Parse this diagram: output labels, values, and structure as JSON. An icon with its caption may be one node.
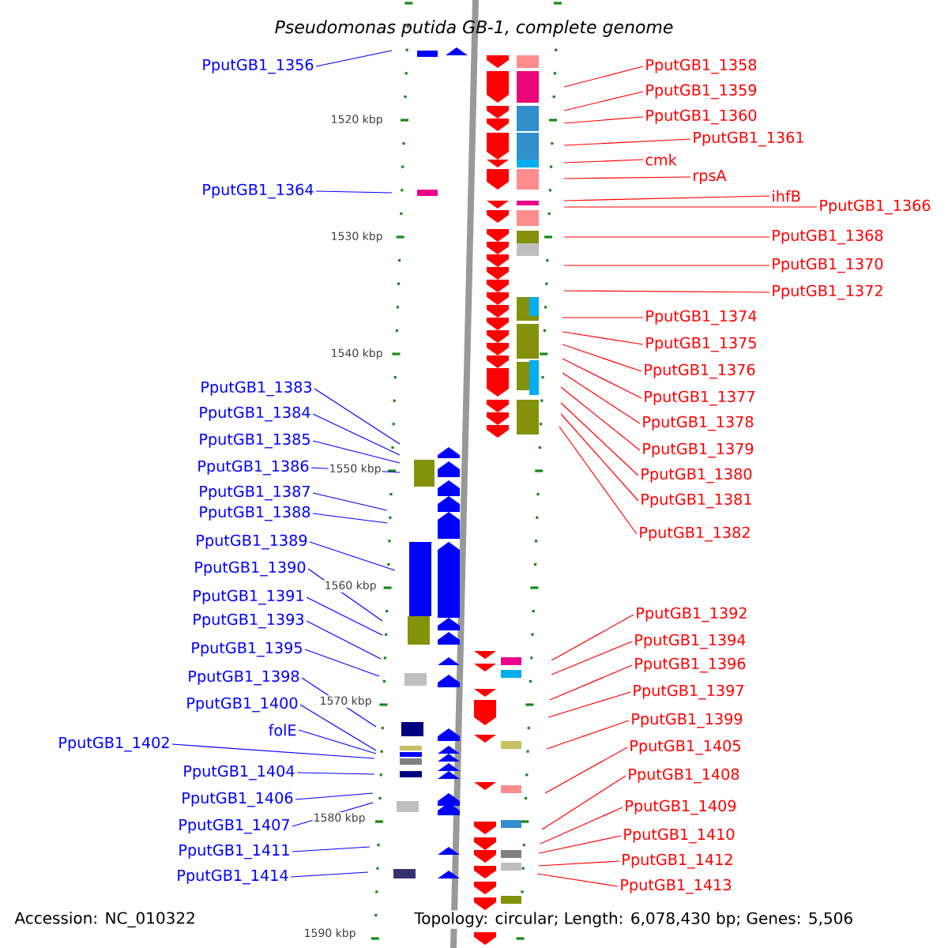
{
  "diagram": {
    "title": "Pseudomonas putida GB-1, complete genome",
    "nodes": [
      {
        "text": [
          "PputGB1_1356"
        ]
      },
      {
        "text": [
          "PputGB1_1364"
        ]
      },
      {
        "text": [
          "PputGB1_1383"
        ]
      },
      {
        "text": [
          "PputGB1_1384"
        ]
      },
      {
        "text": [
          "PputGB1_1385"
        ]
      },
      {
        "text": [
          "PputGB1_1386"
        ]
      },
      {
        "text": [
          "PputGB1_1387"
        ]
      },
      {
        "text": [
          "PputGB1_1388"
        ]
      },
      {
        "text": [
          "PputGB1_1389"
        ]
      },
      {
        "text": [
          "PputGB1_1390"
        ]
      },
      {
        "text": [
          "PputGB1_1391"
        ]
      },
      {
        "text": [
          "PputGB1_1393"
        ]
      },
      {
        "text": [
          "PputGB1_1395"
        ]
      },
      {
        "text": [
          "PputGB1_1398"
        ]
      },
      {
        "text": [
          "PputGB1_1400"
        ]
      },
      {
        "text": [
          "folE"
        ]
      },
      {
        "text": [
          "PputGB1_1402"
        ]
      },
      {
        "text": [
          "PputGB1_1404"
        ]
      },
      {
        "text": [
          "PputGB1_1406"
        ]
      },
      {
        "text": [
          "PputGB1_1407"
        ]
      },
      {
        "text": [
          "PputGB1_1411"
        ]
      },
      {
        "text": [
          "PputGB1_1414"
        ]
      },
      {
        "text": [
          "PputGB1_1358"
        ]
      },
      {
        "text": [
          "PputGB1_1359"
        ]
      },
      {
        "text": [
          "PputGB1_1360"
        ]
      },
      {
        "text": [
          "PputGB1_1361"
        ]
      },
      {
        "text": [
          "cmk"
        ]
      },
      {
        "text": [
          "rpsA"
        ]
      },
      {
        "text": [
          "ihfB"
        ]
      },
      {
        "text": [
          "PputGB1_1366"
        ]
      },
      {
        "text": [
          "PputGB1_1368"
        ]
      },
      {
        "text": [
          "PputGB1_1370"
        ]
      },
      {
        "text": [
          "PputGB1_1372"
        ]
      },
      {
        "text": [
          "PputGB1_1374"
        ]
      },
      {
        "text": [
          "PputGB1_1375"
        ]
      },
      {
        "text": [
          "PputGB1_1376"
        ]
      },
      {
        "text": [
          "PputGB1_1377"
        ]
      },
      {
        "text": [
          "PputGB1_1378"
        ]
      },
      {
        "text": [
          "PputGB1_1379"
        ]
      },
      {
        "text": [
          "PputGB1_1380"
        ]
      },
      {
        "text": [
          "PputGB1_1381"
        ]
      },
      {
        "text": [
          "PputGB1_1382"
        ]
      },
      {
        "text": [
          "PputGB1_1392"
        ]
      },
      {
        "text": [
          "PputGB1_1394"
        ]
      },
      {
        "text": [
          "PputGB1_1396"
        ]
      },
      {
        "text": [
          "PputGB1_1397"
        ]
      },
      {
        "text": [
          "PputGB1_1399"
        ]
      },
      {
        "text": [
          "PputGB1_1405"
        ]
      },
      {
        "text": [
          "PputGB1_1408"
        ]
      },
      {
        "text": [
          "PputGB1_1409"
        ]
      },
      {
        "text": [
          "PputGB1_1410"
        ]
      },
      {
        "text": [
          "PputGB1_1412"
        ]
      },
      {
        "text": [
          "PputGB1_1413"
        ]
      }
    ],
    "edges": [
      {
        "from": 0,
        "to": null,
        "arrow": "none",
        "color": "#0000ff"
      },
      {
        "from": 1,
        "to": null,
        "arrow": "none",
        "color": "#0000ff"
      },
      {
        "from": 2,
        "to": null,
        "arrow": "none",
        "color": "#0000ff"
      },
      {
        "from": 3,
        "to": null,
        "arrow": "none",
        "color": "#0000ff"
      },
      {
        "from": 4,
        "to": null,
        "arrow": "none",
        "color": "#0000ff"
      },
      {
        "from": 5,
        "to": null,
        "arrow": "none",
        "color": "#0000ff"
      },
      {
        "from": 6,
        "to": null,
        "arrow": "none",
        "color": "#0000ff"
      },
      {
        "from": 7,
        "to": null,
        "arrow": "none",
        "color": "#0000ff"
      },
      {
        "from": 8,
        "to": null,
        "arrow": "none",
        "color": "#0000ff"
      },
      {
        "from": 9,
        "to": null,
        "arrow": "none",
        "color": "#0000ff"
      },
      {
        "from": 10,
        "to": null,
        "arrow": "none",
        "color": "#0000ff"
      },
      {
        "from": 11,
        "to": null,
        "arrow": "none",
        "color": "#0000ff"
      },
      {
        "from": 12,
        "to": null,
        "arrow": "none",
        "color": "#0000ff"
      },
      {
        "from": 13,
        "to": null,
        "arrow": "none",
        "color": "#0000ff"
      },
      {
        "from": 14,
        "to": null,
        "arrow": "none",
        "color": "#0000ff"
      },
      {
        "from": 15,
        "to": null,
        "arrow": "none",
        "color": "#0000ff"
      },
      {
        "from": 16,
        "to": null,
        "arrow": "none",
        "color": "#0000ff"
      },
      {
        "from": 17,
        "to": null,
        "arrow": "none",
        "color": "#0000ff"
      },
      {
        "from": 18,
        "to": null,
        "arrow": "none",
        "color": "#0000ff"
      },
      {
        "from": 19,
        "to": null,
        "arrow": "none",
        "color": "#0000ff"
      },
      {
        "from": 20,
        "to": null,
        "arrow": "none",
        "color": "#0000ff"
      },
      {
        "from": 21,
        "to": null,
        "arrow": "none",
        "color": "#0000ff"
      },
      {
        "from": 22,
        "to": null,
        "arrow": "none"
      },
      {
        "from": 23,
        "to": null,
        "arrow": "none"
      },
      {
        "from": 24,
        "to": null,
        "arrow": "none"
      },
      {
        "from": 25,
        "to": null,
        "arrow": "none"
      },
      {
        "from": 26,
        "to": null,
        "arrow": "none"
      },
      {
        "from": 27,
        "to": null,
        "arrow": "none"
      },
      {
        "from": 28,
        "to": null,
        "arrow": "none"
      },
      {
        "from": 29,
        "to": null,
        "arrow": "none"
      },
      {
        "from": 30,
        "to": null,
        "arrow": "none"
      },
      {
        "from": 31,
        "to": null,
        "arrow": "none"
      },
      {
        "from": 32,
        "to": null,
        "arrow": "none"
      },
      {
        "from": 33,
        "to": null,
        "arrow": "none"
      },
      {
        "from": 34,
        "to": null,
        "arrow": "none"
      },
      {
        "from": 35,
        "to": null,
        "arrow": "none"
      },
      {
        "from": 36,
        "to": null,
        "arrow": "none"
      },
      {
        "from": 37,
        "to": null,
        "arrow": "none"
      },
      {
        "from": 38,
        "to": null,
        "arrow": "none"
      },
      {
        "from": 39,
        "to": null,
        "arrow": "none"
      },
      {
        "from": 40,
        "to": null,
        "arrow": "none"
      },
      {
        "from": 41,
        "to": null,
        "arrow": "none"
      },
      {
        "from": 42,
        "to": null,
        "arrow": "none"
      },
      {
        "from": 43,
        "to": null,
        "arrow": "none"
      },
      {
        "from": 44,
        "to": null,
        "arrow": "none"
      },
      {
        "from": 45,
        "to": null,
        "arrow": "none"
      },
      {
        "from": 46,
        "to": null,
        "arrow": "none"
      },
      {
        "from": 47,
        "to": null,
        "arrow": "none"
      },
      {
        "from": 48,
        "to": null,
        "arrow": "none"
      },
      {
        "from": 49,
        "to": null,
        "arrow": "none"
      },
      {
        "from": 50,
        "to": null,
        "arrow": "none"
      },
      {
        "from": 51,
        "to": null,
        "arrow": "none"
      },
      {
        "from": 52,
        "to": null,
        "arrow": "none"
      }
    ],
    "labels": [
      "1520 kbp",
      "1530 kbp",
      "1540 kbp",
      "1550 kbp",
      "1560 kbp",
      "1570 kbp",
      "1580 kbp",
      "1590 kbp",
      "Accession: NC_010322",
      "Topology: circular; Length: 6,078,430 bp; Genes: 5,506"
    ]
  }
}
